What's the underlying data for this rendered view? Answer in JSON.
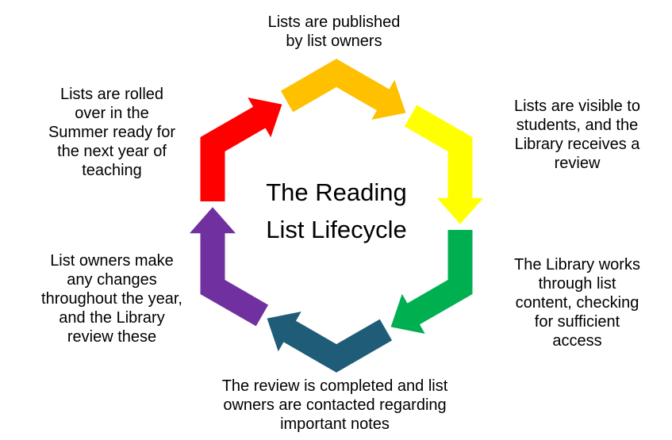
{
  "title": {
    "text": "The Reading\nList Lifecycle"
  },
  "labels": [
    {
      "position": "top",
      "text": "Lists are published\nby list owners"
    },
    {
      "position": "upper-right",
      "text": "Lists are visible to\nstudents, and the\nLibrary receives a\nreview"
    },
    {
      "position": "lower-right",
      "text": "The Library works\nthrough list\ncontent, checking\nfor sufficient\naccess"
    },
    {
      "position": "bottom",
      "text": "The review is completed and list\nowners are contacted regarding\nimportant notes"
    },
    {
      "position": "lower-left",
      "text": "List owners make\nany changes\nthroughout the year,\nand the Library\nreview these"
    },
    {
      "position": "upper-left",
      "text": "Lists are rolled\nover in the\nSummer ready for\nthe next year of\nteaching"
    }
  ],
  "arrows": [
    {
      "name": "cycle-arrow-top",
      "color": "#FFC000"
    },
    {
      "name": "cycle-arrow-upper-right",
      "color": "#FFFF00"
    },
    {
      "name": "cycle-arrow-lower-right",
      "color": "#00B050"
    },
    {
      "name": "cycle-arrow-bottom",
      "color": "#1F5C78"
    },
    {
      "name": "cycle-arrow-lower-left",
      "color": "#7030A0"
    },
    {
      "name": "cycle-arrow-upper-left",
      "color": "#FF0000"
    }
  ],
  "colors": {
    "background": "#FFFFFF",
    "text": "#000000"
  }
}
